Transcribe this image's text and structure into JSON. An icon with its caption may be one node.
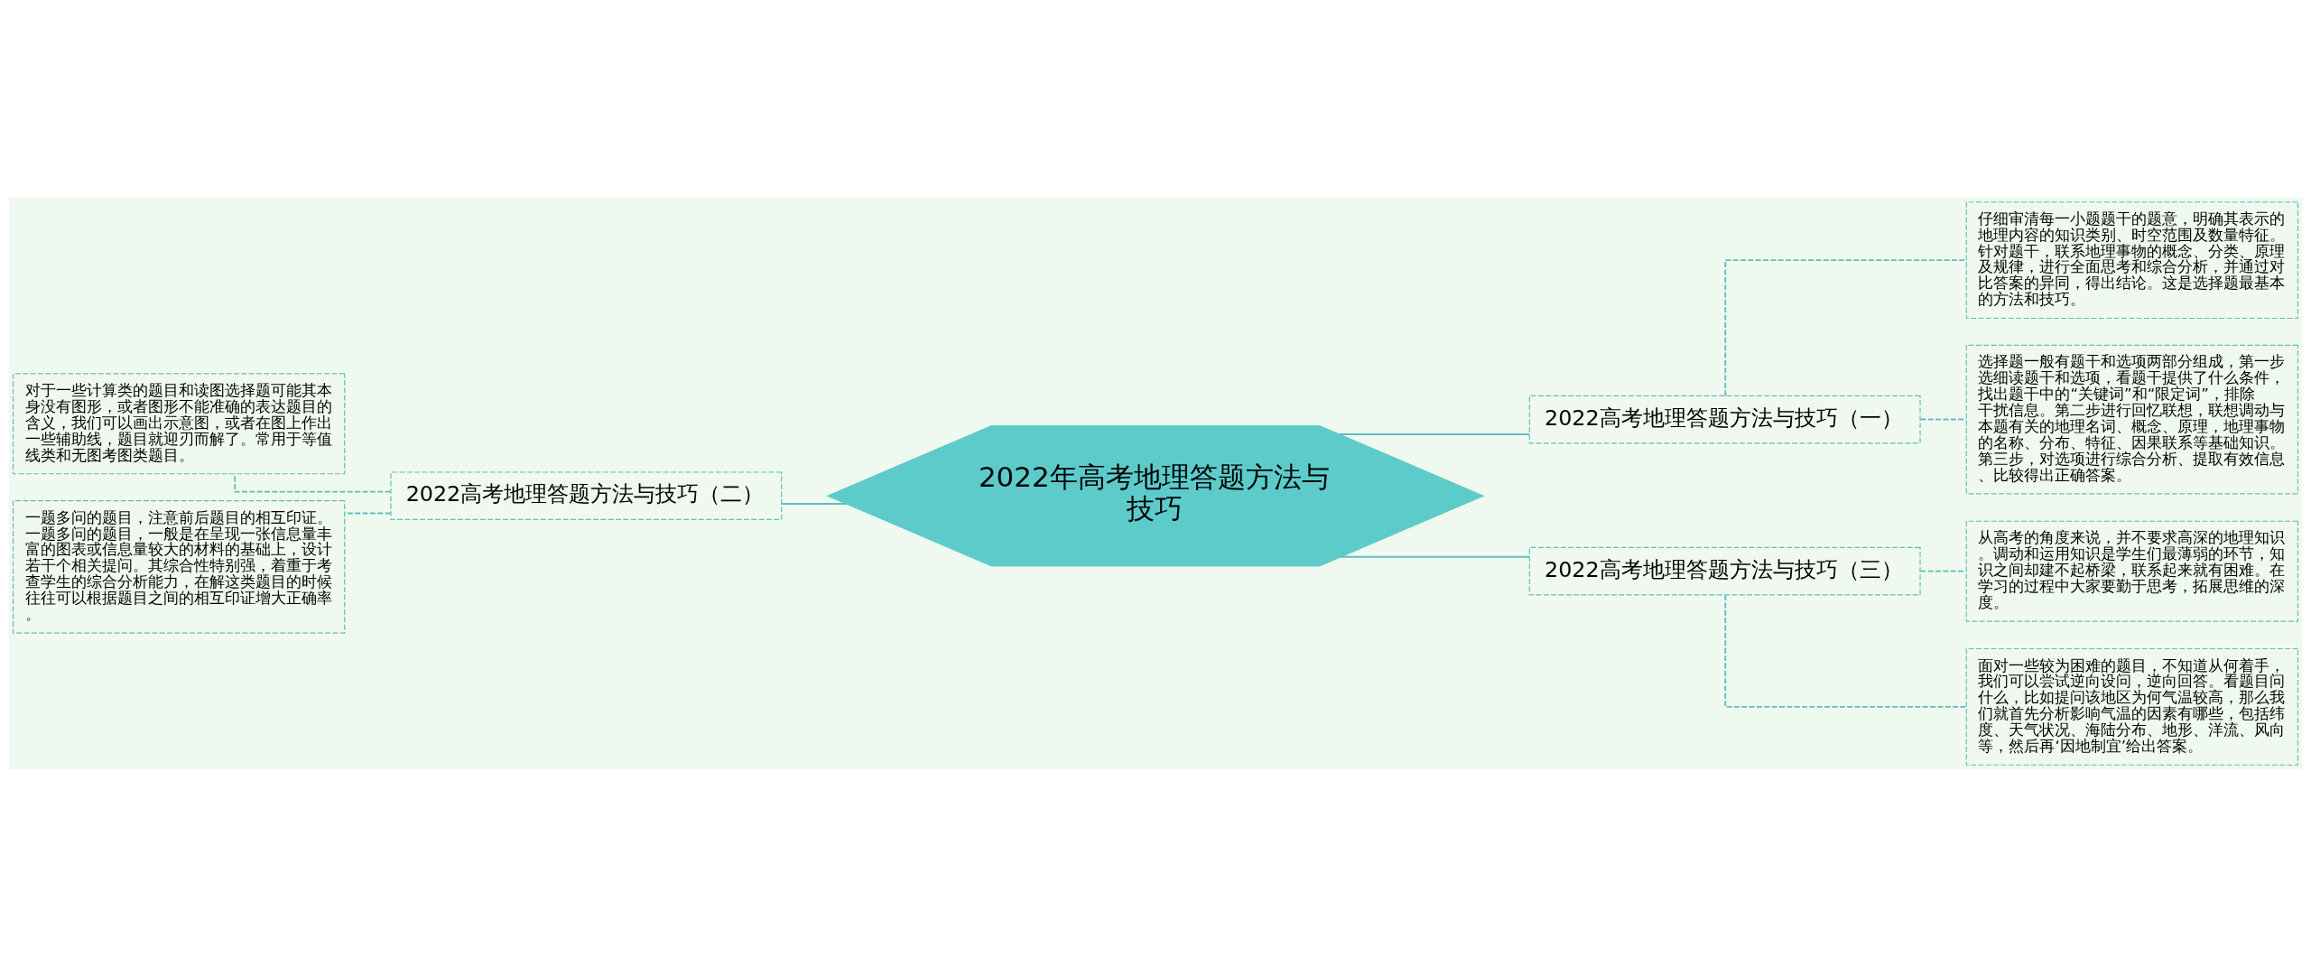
{
  "diagram": {
    "nodes": [
      {
        "text": [
          "2022年高考地理答题方法与技巧"
        ]
      },
      {
        "text": [
          "2022高考地理答题方法与技巧（二）"
        ]
      },
      {
        "text": [
          "对于一些计算类的题目和读图选择题可能其本身没有图形，或者图形不能准确的表达题目的含义，我们可以画出示意图，或者在图上作出一些辅助线，题目就迎刃而解了。常用于等值线类和无图考图类题目。"
        ]
      },
      {
        "text": [
          "一题多问的题目，注意前后题目的相互印证。一题多问的题目，一般是在呈现一张信息量丰富的图表或信息量较大的材料的基础上，设计若干个相关提问。其综合性特别强，着重于考查学生的综合分析能力，在解这类题目的时候往往可以根据题目之间的相互印证增大正确率。"
        ]
      },
      {
        "text": [
          "2022高考地理答题方法与技巧（一）"
        ]
      },
      {
        "text": [
          "仔细审清每一小题题干的题意，明确其表示的地理内容的知识类别、时空范围及数量特征。针对题干，联系地理事物的概念、分类、原理及规律，进行全面思考和综合分析，并通过对比答案的异同，得出结论。这是选择题最基本的方法和技巧。"
        ]
      },
      {
        "text": [
          "选择题一般有题干和选项两部分组成，第一步选细读题干和选项，看题干提供了什么条件，找出题干中的“关键词”和“限定词”，排除干扰信息。第二步进行回忆联想，联想调动与本题有关的地理名词、概念、原理，地理事物的名称、分布、特征、因果联系等基础知识。第三步，对选项进行综合分析、提取有效信息、比较得出正确答案。"
        ]
      },
      {
        "text": [
          "2022高考地理答题方法与技巧（三）"
        ]
      },
      {
        "text": [
          "从高考的角度来说，并不要求高深的地理知识。调动和运用知识是学生们最薄弱的环节，知识之间却建不起桥梁，联系起来就有困难。在学习的过程中大家要勤于思考，拓展思维的深度。"
        ]
      },
      {
        "text": [
          "面对一些较为困难的题目，不知道从何着手，我们可以尝试逆向设问，逆向回答。看题目问什么，比如提问该地区为何气温较高，那么我们就首先分析影响气温的因素有哪些，包括纬度、天气状况、海陆分布、地形、洋流、风向等，然后再‘因地制宜’给出答案。"
        ]
      }
    ],
    "edges": [
      {
        "from": 0,
        "to": 1,
        "arrow": "none"
      },
      {
        "from": 1,
        "to": 2,
        "arrow": "none",
        "style": "dashed"
      },
      {
        "from": 1,
        "to": 3,
        "arrow": "none",
        "style": "dashed"
      },
      {
        "from": 0,
        "to": 4,
        "arrow": "none"
      },
      {
        "from": 4,
        "to": 5,
        "arrow": "none",
        "style": "dashed"
      },
      {
        "from": 4,
        "to": 6,
        "arrow": "none",
        "style": "dashed"
      },
      {
        "from": 0,
        "to": 7,
        "arrow": "none"
      },
      {
        "from": 7,
        "to": 8,
        "arrow": "none",
        "style": "dashed"
      },
      {
        "from": 7,
        "to": 9,
        "arrow": "none",
        "style": "dashed"
      }
    ]
  }
}
